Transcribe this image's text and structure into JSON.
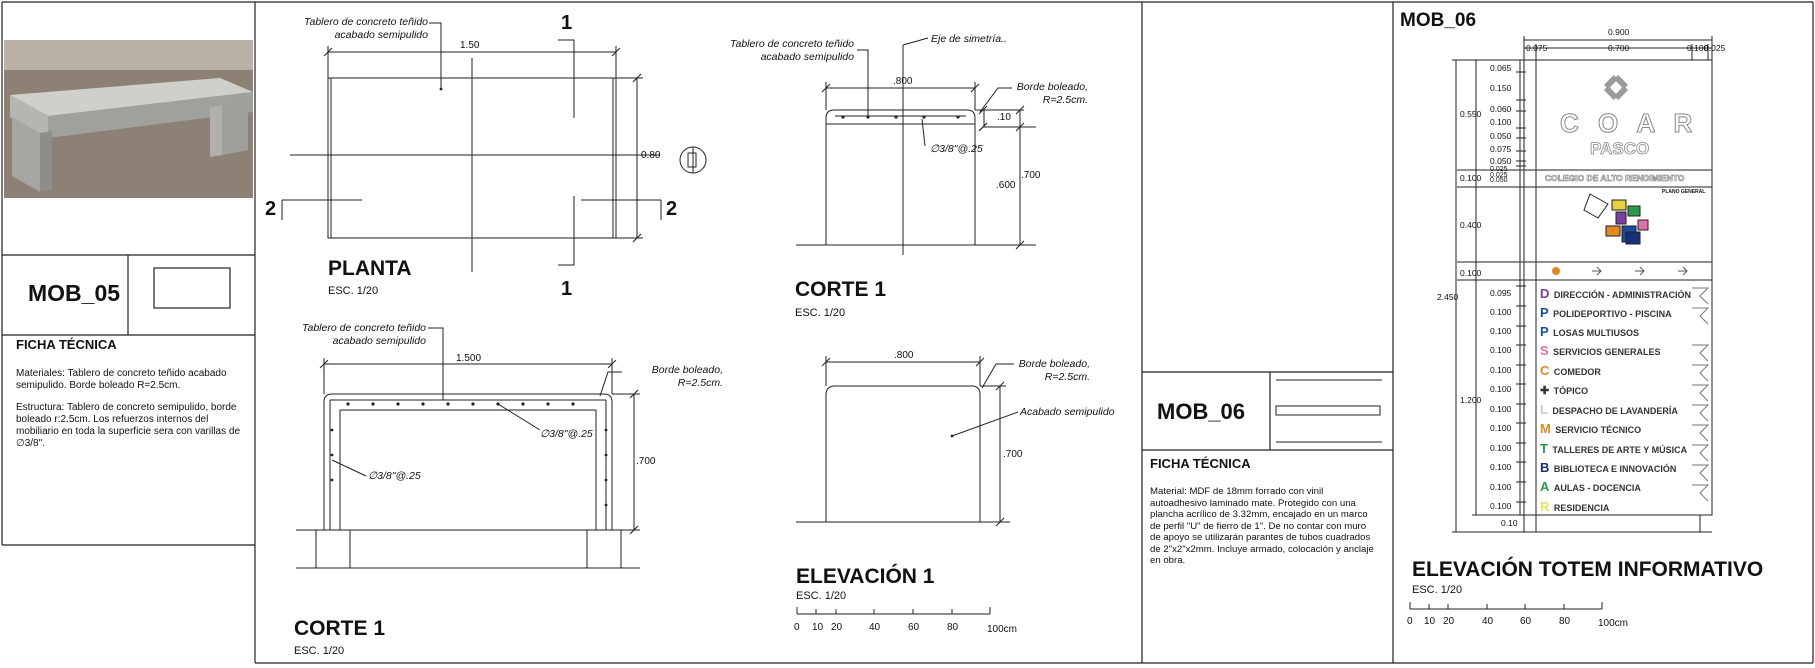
{
  "mob05": {
    "code": "MOB_05",
    "ficha_title": "FICHA TÉCNICA",
    "ficha_p1": "Materiales: Tablero de concreto teñido acabado semipulido. Borde boleado R=2.5cm.",
    "ficha_p2": "Estructura:  Tablero de concreto semipulido, borde boleado r:2.5cm. Los refuerzos internos del mobiliario en toda la superficie sera con varillas de ∅3/8\"."
  },
  "planta": {
    "title": "PLANTA",
    "scale": "ESC. 1/20",
    "note": [
      "Tablero de concreto teñido",
      "acabado semipulido"
    ],
    "dim_length": "1.50",
    "dim_width": "0.80",
    "cut_top": "1",
    "cut_bottom": "1",
    "cut_left": "2",
    "cut_right": "2"
  },
  "corte1_top": {
    "title": "CORTE 1",
    "scale": "ESC. 1/20",
    "note": [
      "Tablero de concreto teñido",
      "acabado semipulido"
    ],
    "axis_note": "Eje de simetría..",
    "edge_note": [
      "Borde boleado,",
      "R=2.5cm."
    ],
    "rebar": "∅3/8\"@.25",
    "dim_width": ".800",
    "dim_top": ".10",
    "dim_mid": ".600",
    "dim_height": ".700"
  },
  "corte1_bottom": {
    "title": "CORTE 1",
    "scale": "ESC. 1/20",
    "note": [
      "Tablero de concreto teñido",
      "acabado semipulido"
    ],
    "edge_note": [
      "Borde boleado,",
      "R=2.5cm."
    ],
    "rebar_a": "∅3/8\"@.25",
    "rebar_b": "∅3/8\"@.25",
    "dim_length": "1.500",
    "dim_height": ".700"
  },
  "elevacion1": {
    "title": "ELEVACIÓN 1",
    "scale": "ESC. 1/20",
    "edge_note": [
      "Borde boleado,",
      "R=2.5cm."
    ],
    "finish_note": "Acabado semipulido",
    "dim_width": ".800",
    "dim_height": ".700",
    "scalebar": [
      "0",
      "10",
      "20",
      "40",
      "60",
      "80",
      "100cm"
    ]
  },
  "mob06": {
    "code": "MOB_06",
    "ficha_title": "FICHA TÉCNICA",
    "ficha": "Material: MDF de 18mm forrado con vinil autoadhesivo laminado mate. Protegido con una plancha acrílico de 3.32mm, encajado en un marco de perfil \"U\" de fierro de 1\". De no contar con muro de apoyo se utilizarán parantes de tubos cuadrados de 2\"x2\"x2mm. Incluye armado, colocación y anclaje en obra."
  },
  "totem": {
    "code": "MOB_06",
    "title": "ELEVACIÓN TOTEM INFORMATIVO",
    "scale": "ESC. 1/20",
    "sign_letters": "C O A R",
    "sign_sub": "PASCO",
    "sign_band": "COLEGIO DE ALTO RENDIMIENTO",
    "map_label": "PLANO GENERAL",
    "dim_total_w": "0.900",
    "dim_w_a": "0.075",
    "dim_w_b": "0.700",
    "dim_w_c": "0.100",
    "dim_w_d": "0.025",
    "dims_right_top": [
      "0.065",
      "0.150",
      "0.060",
      "0.100",
      "0.050",
      "0.075",
      "0.050",
      "0.025",
      "0.025",
      "0.050"
    ],
    "dims_left": [
      "0.550",
      "0.100",
      "0.400",
      "0.100",
      "1.200"
    ],
    "dim_total_h": "2.450",
    "dim_base": "0.10",
    "legend": [
      {
        "letter": "D",
        "color": "#7a3fa0",
        "text": "DIRECCIÓN - ADMINISTRACIÓN",
        "dim": "0.095"
      },
      {
        "letter": "P",
        "color": "#1a4fa0",
        "text": "POLIDEPORTIVO - PISCINA",
        "dim": "0.100"
      },
      {
        "letter": "P",
        "color": "#1a4fa0",
        "text": "LOSAS MULTIUSOS",
        "dim": "0.100"
      },
      {
        "letter": "S",
        "color": "#e070a8",
        "text": "SERVICIOS GENERALES",
        "dim": "0.100"
      },
      {
        "letter": "C",
        "color": "#e08a20",
        "text": "COMEDOR",
        "dim": "0.100"
      },
      {
        "letter": "✚",
        "color": "#333333",
        "text": "TÓPICO",
        "dim": "0.100"
      },
      {
        "letter": "L",
        "color": "#c9c9c9",
        "text": "DESPACHO DE LAVANDERÍA",
        "dim": "0.100"
      },
      {
        "letter": "M",
        "color": "#e08a20",
        "text": "SERVICIO TÉCNICO",
        "dim": "0.100"
      },
      {
        "letter": "T",
        "color": "#2a9a4a",
        "text": "TALLERES DE ARTE Y MÚSICA",
        "dim": "0.100"
      },
      {
        "letter": "B",
        "color": "#1a2f7a",
        "text": "BIBLIOTECA E INNOVACIÓN",
        "dim": "0.100"
      },
      {
        "letter": "A",
        "color": "#2a9a4a",
        "text": "AULAS - DOCENCIA",
        "dim": "0.100"
      },
      {
        "letter": "R",
        "color": "#e8e060",
        "text": "RESIDENCIA",
        "dim": "0.100"
      }
    ],
    "scalebar": [
      "0",
      "10",
      "20",
      "40",
      "60",
      "80",
      "100cm"
    ]
  }
}
